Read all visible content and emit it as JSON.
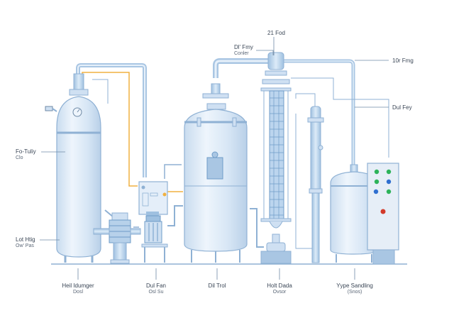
{
  "diagram": {
    "type": "process-flow-illustration",
    "colors": {
      "vessel_fill": "#dbe9f6",
      "vessel_stroke": "#8fb1d4",
      "pipe": "#a9c6e3",
      "hot_line": "#f0b040",
      "ground": "#8fb1d4",
      "leader": "#6f8aa6",
      "button_green": "#2db35a",
      "button_blue": "#2f6fd0",
      "button_red": "#d23a2a"
    },
    "callouts": {
      "left_upper": {
        "line1": "Fo-Tuliy",
        "line2": "Clo"
      },
      "left_lower": {
        "line1": "Lot Htig",
        "line2": "Ow' Pas"
      },
      "top_center": {
        "line1": "Dl' Fmy",
        "line2": "Conler"
      },
      "top": {
        "line1": "21 Fod"
      },
      "right_upper": {
        "line1": "10r Fmg"
      },
      "right_lower": {
        "line1": "Dul Fey"
      }
    },
    "bottom_labels": [
      {
        "line1": "Heil Idumger",
        "line2": "Dosl"
      },
      {
        "line1": "Dul Fan",
        "line2": "Osl Su"
      },
      {
        "line1": "Dil Trol",
        "line2": ""
      },
      {
        "line1": "Holt Dada",
        "line2": "Ovsor"
      },
      {
        "line1": "Yype Sandling",
        "line2": "(Snos)"
      }
    ],
    "components": [
      {
        "id": "tall-vessel",
        "name": "Vertical storage vessel with gauge"
      },
      {
        "id": "filter-pump",
        "name": "Inline filter / pump unit"
      },
      {
        "id": "control-box",
        "name": "Instrument junction box"
      },
      {
        "id": "motor",
        "name": "Motor on stand"
      },
      {
        "id": "reactor-tank",
        "name": "Main reactor tank"
      },
      {
        "id": "heat-column",
        "name": "Tube column exchanger"
      },
      {
        "id": "thin-column",
        "name": "Narrow separator column"
      },
      {
        "id": "storage-tank",
        "name": "Storage tank"
      },
      {
        "id": "control-panel",
        "name": "Control panel"
      }
    ],
    "control_panel_buttons": [
      "green",
      "green",
      "green",
      "blue",
      "blue",
      "green",
      "red"
    ]
  }
}
